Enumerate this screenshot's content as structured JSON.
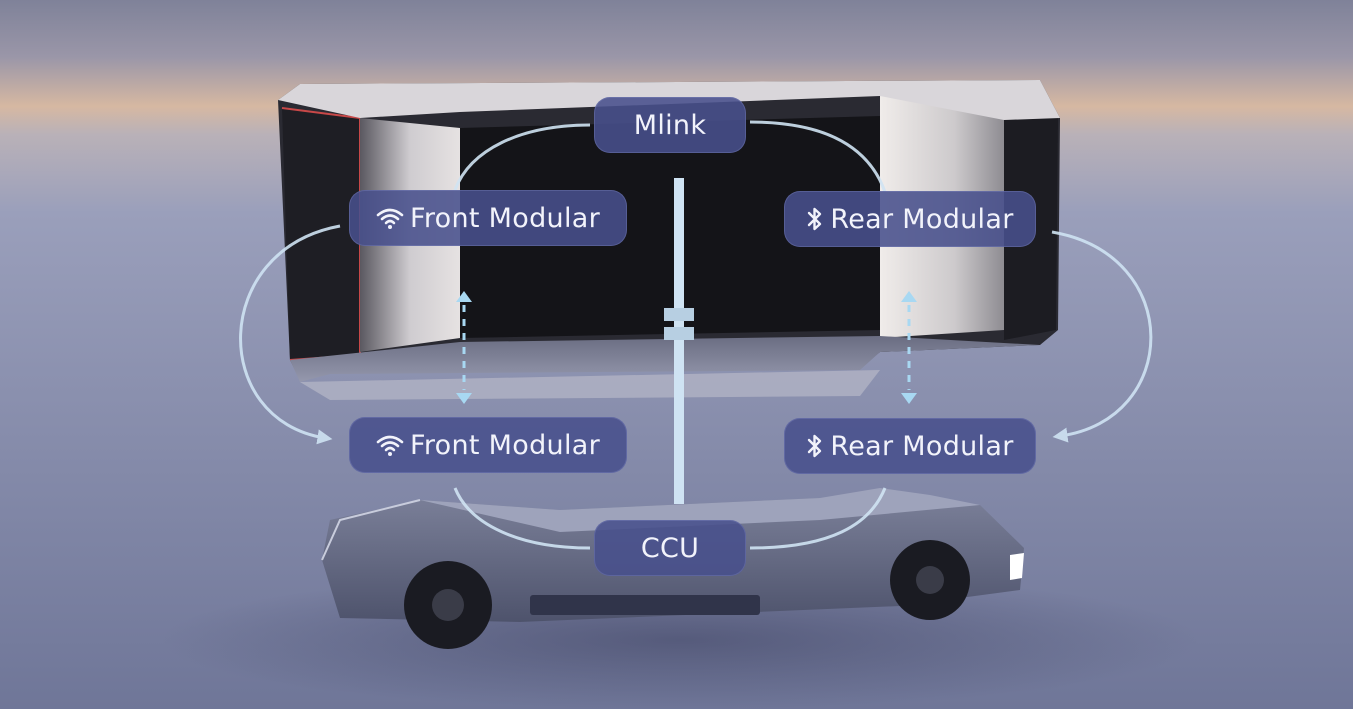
{
  "nodes": {
    "mlink": "Mlink",
    "front_modular_top": "Front Modular",
    "rear_modular_top": "Rear Modular",
    "front_modular_bottom": "Front Modular",
    "rear_modular_bottom": "Rear Modular",
    "ccu": "CCU"
  },
  "icons": {
    "front_modular": "wifi-icon",
    "rear_modular": "bluetooth-icon"
  },
  "colors": {
    "label_background": "#48508c",
    "label_text": "#f2f3fb",
    "connector_line": "#cfe3f3",
    "arrow_accent": "#a8d8f2",
    "sky_top": "#8a8ea8",
    "horizon_glow": "#d9b89c",
    "ground": "#7e85a8"
  }
}
